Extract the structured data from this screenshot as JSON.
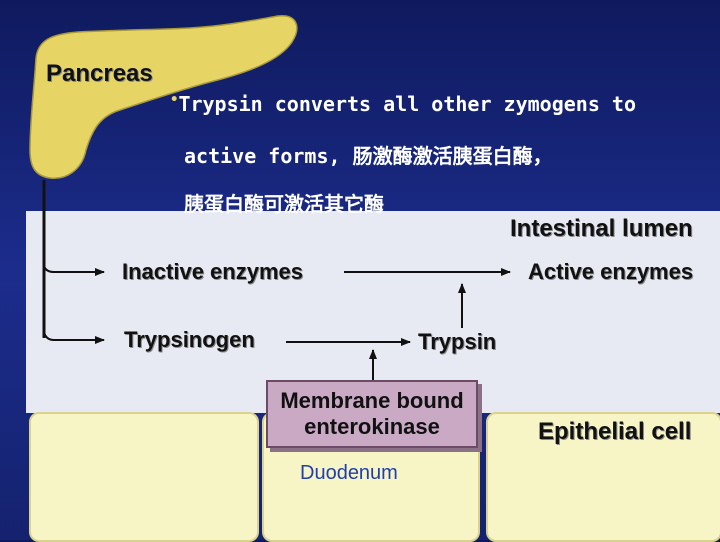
{
  "pancreas_label": "Pancreas",
  "bullet_symbol": "•",
  "bullet_lines": [
    "Trypsin converts all other zymogens to",
    "active forms, 肠激酶激活胰蛋白酶，",
    "胰蛋白酶可激活其它酶"
  ],
  "intestinal_lumen_label": "Intestinal lumen",
  "inactive_enzymes_label": "Inactive enzymes",
  "active_enzymes_label": "Active enzymes",
  "trypsinogen_label": "Trypsinogen",
  "trypsin_label": "Trypsin",
  "membrane_lines": [
    "Membrane bound",
    "enterokinase"
  ],
  "epithelial_cell_label": "Epithelial cell",
  "duodenum_label": "Duodenum",
  "colors": {
    "background": "#1c2c8c",
    "pancreas": "#e6d565",
    "lumen": "#e7e9f3",
    "epithelium": "#f7f4c6",
    "enterokinase": "#c9a9c4",
    "duodenum_text": "#1f3fae"
  }
}
